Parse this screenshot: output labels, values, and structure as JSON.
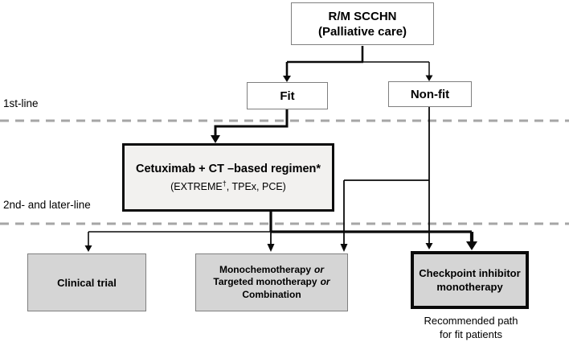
{
  "nodes": {
    "root": {
      "line1": "R/M SCCHN",
      "line2": "(Palliative care)"
    },
    "fit": {
      "label": "Fit"
    },
    "nonfit": {
      "label": "Non-fit"
    },
    "cetuximab": {
      "title": "Cetuximab + CT –based regimen*",
      "sub_pre": "(EXTREME",
      "sub_sup": "†",
      "sub_post": ", TPEx, PCE)"
    },
    "clinical": {
      "label": "Clinical trial"
    },
    "mono": {
      "line1": "Monochemotherapy",
      "or1": "or",
      "line2": "Targeted monotherapy",
      "or2": "or",
      "line3": "Combination"
    },
    "checkpoint": {
      "line1": "Checkpoint inhibitor",
      "line2": "monotherapy"
    }
  },
  "lane_labels": {
    "first_line": "1st-line",
    "later_line": "2nd- and later-line"
  },
  "caption": {
    "line1": "Recommended path",
    "line2": "for fit patients"
  },
  "colors": {
    "box_fill_gray": "#d5d5d5",
    "box_fill_light": "#f2f1ef",
    "border_gray": "#7f7f7f",
    "dashed_line_gray": "#a6a6a6",
    "connector_black": "#0a0a0a"
  }
}
